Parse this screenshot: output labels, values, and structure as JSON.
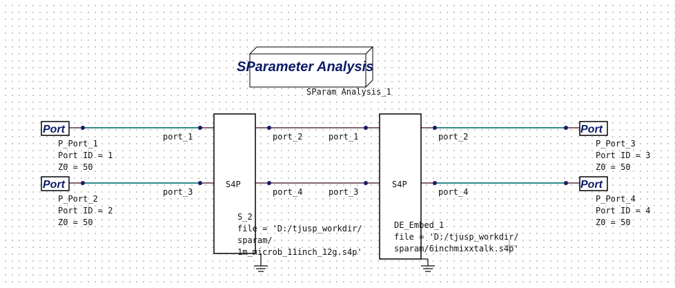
{
  "analysis": {
    "title": "SParameter Analysis",
    "instance_name": "SParam Analysis_1"
  },
  "ports": [
    {
      "symbol": "Port",
      "name": "P_Port_1",
      "port_id": "Port ID = 1",
      "z0": "Z0 = 50"
    },
    {
      "symbol": "Port",
      "name": "P_Port_2",
      "port_id": "Port ID = 2",
      "z0": "Z0 = 50"
    },
    {
      "symbol": "Port",
      "name": "P_Port_3",
      "port_id": "Port ID = 3",
      "z0": "Z0 = 50"
    },
    {
      "symbol": "Port",
      "name": "P_Port_4",
      "port_id": "Port ID = 4",
      "z0": "Z0 = 50"
    }
  ],
  "blocks": [
    {
      "type": "S4P",
      "pins": [
        "port_1",
        "port_2",
        "port_3",
        "port_4"
      ],
      "instance_name": "S_2",
      "file_lines": [
        "file = 'D:/tjusp_workdir/",
        "sparam/",
        "1m_microb_11inch_12g.s4p'"
      ]
    },
    {
      "type": "S4P",
      "pins": [
        "port_1",
        "port_2",
        "port_3",
        "port_4"
      ],
      "instance_name": "DE_Embed_1",
      "file_lines": [
        "file = 'D:/tjusp_workdir/",
        "sparam/6inchmixxtalk.s4p'"
      ]
    }
  ],
  "colors": {
    "wire": "#2e8b8b",
    "pin_dot": "#1a1a66",
    "symbol_text": "#0c1a66"
  }
}
